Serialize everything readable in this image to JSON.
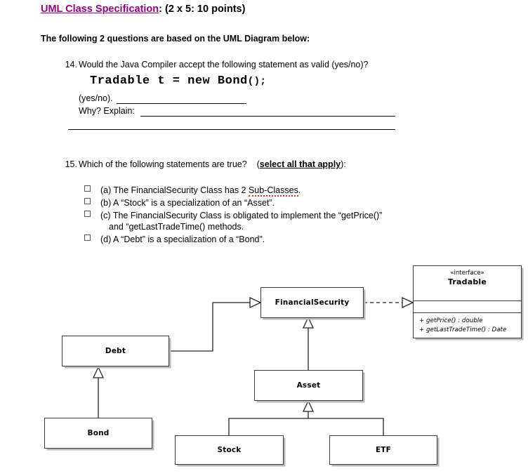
{
  "header": {
    "title_main": "UML Class Specification",
    "title_rest": ":  (2 x 5:  10 points)",
    "subtitle": "The following 2 questions are based on the UML Diagram below:"
  },
  "questions": [
    {
      "number": "14.",
      "text": "Would the Java Compiler accept the following statement as valid (yes/no)?",
      "code_main": "Tradable t = new Bond",
      "code_tail": "();",
      "yesno_label": "(yes/no).",
      "why_label": "Why? Explain:"
    },
    {
      "number": "15.",
      "text_before": "Which of the following statements are true?",
      "select_all": "select all that apply",
      "paren_open": "(",
      "paren_close": "):"
    }
  ],
  "options": [
    {
      "id": "a",
      "part1": "(a) The FinancialSecurity Class has 2 ",
      "squiggle": "Sub-Classes",
      "part2": ".",
      "cont": ""
    },
    {
      "id": "b",
      "part1": "(b) A “Stock” is a specialization of an “Asset”.",
      "squiggle": "",
      "part2": "",
      "cont": ""
    },
    {
      "id": "c",
      "part1": "(c) The FinancialSecurity Class is obligated to implement the “getPrice()”",
      "squiggle": "",
      "part2": "",
      "cont": "and “getLastTradeTime() methods."
    },
    {
      "id": "d",
      "part1": "(d) A “Debt” is a specialization of a “Bond”.",
      "squiggle": "",
      "part2": "",
      "cont": ""
    }
  ],
  "uml": {
    "interface_stereotype": "«interface»",
    "classes": {
      "tradable": "Tradable",
      "financial_security": "FinancialSecurity",
      "debt": "Debt",
      "bond": "Bond",
      "asset": "Asset",
      "stock": "Stock",
      "etf": "ETF"
    },
    "tradable_methods": [
      "+ getPrice() : double",
      "+ getLastTradeTime() : Date"
    ]
  },
  "colors": {
    "heading": "#9C0084",
    "box_border": "#3a3a3a",
    "box_shadow": "#b9b9b9",
    "spell_squiggle": "#d83030",
    "text": "#000000"
  }
}
